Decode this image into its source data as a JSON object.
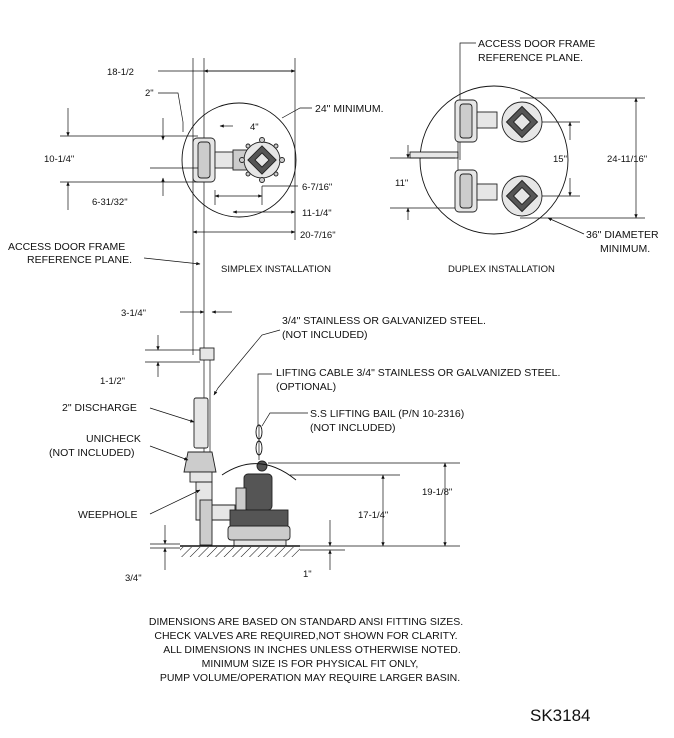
{
  "simplex": {
    "title": "SIMPLEX INSTALLATION",
    "dim_18_1_2": "18-1/2",
    "dim_2": "2\"",
    "dim_4": "4\"",
    "dim_24_min": "24\" MINIMUM.",
    "dim_10_1_4": "10-1/4\"",
    "dim_6_31_32": "6-31/32\"",
    "dim_6_7_16": "6-7/16\"",
    "dim_11_1_4": "11-1/4\"",
    "dim_20_7_16": "20-7/16\"",
    "access_door_line1": "ACCESS DOOR FRAME",
    "access_door_line2": "REFERENCE PLANE."
  },
  "duplex": {
    "title": "DUPLEX INSTALLATION",
    "access_door_line1": "ACCESS DOOR FRAME",
    "access_door_line2": "REFERENCE PLANE.",
    "dim_15": "15\"",
    "dim_11": "11\"",
    "dim_24_11_16": "24-11/16\"",
    "diameter_line1": "36\" DIAMETER",
    "diameter_line2": "MINIMUM."
  },
  "elevation": {
    "dim_3_1_4": "3-1/4\"",
    "dim_1_1_2": "1-1/2\"",
    "dim_3_4": "3/4\"",
    "dim_1": "1\"",
    "dim_17_1_4": "17-1/4\"",
    "dim_19_1_8": "19-1/8\"",
    "pipe_line1": "3/4\" STAINLESS OR GALVANIZED STEEL.",
    "pipe_line2": "(NOT INCLUDED)",
    "cable_line1": "LIFTING CABLE 3/4\" STAINLESS OR GALVANIZED STEEL.",
    "cable_line2": "(OPTIONAL)",
    "bail_line1": "S.S LIFTING BAIL (P/N 10-2316)",
    "bail_line2": "(NOT INCLUDED)",
    "discharge": "2\" DISCHARGE",
    "unicheck_line1": "UNICHECK",
    "unicheck_line2": "(NOT INCLUDED)",
    "weephole": "WEEPHOLE"
  },
  "notes": [
    "DIMENSIONS ARE BASED ON STANDARD ANSI FITTING SIZES.",
    "CHECK VALVES ARE REQUIRED,NOT SHOWN FOR CLARITY.",
    "ALL DIMENSIONS IN INCHES UNLESS OTHERWISE NOTED.",
    "MINIMUM SIZE IS FOR PHYSICAL FIT ONLY,",
    "PUMP VOLUME/OPERATION MAY REQUIRE LARGER BASIN."
  ],
  "drawing_number": "SK3184"
}
